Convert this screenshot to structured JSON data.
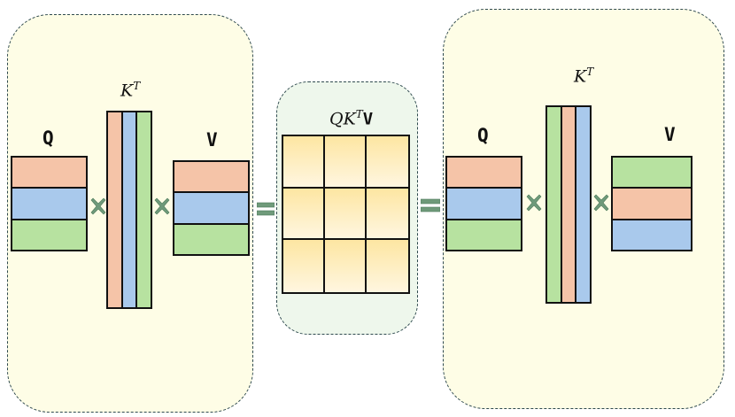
{
  "colors": {
    "salmon": "#f5c4a8",
    "blue": "#a9c9ec",
    "green": "#b7e2a0",
    "operator": "#6f9a7a",
    "cell_top": "#fde6a2",
    "cell_bottom": "#fff6e0"
  },
  "left_group": {
    "q_label": "Q",
    "kt_label": "K",
    "kt_sup": "T",
    "v_label": "V",
    "q_rows": [
      "salmon",
      "blue",
      "green"
    ],
    "kt_cols": [
      "salmon",
      "blue",
      "green"
    ],
    "v_rows": [
      "salmon",
      "blue",
      "green"
    ]
  },
  "middle_group": {
    "label_pre": "QK",
    "label_sup": "T",
    "label_post": "V",
    "grid_rows": 3,
    "grid_cols": 3
  },
  "right_group": {
    "q_label": "Q",
    "kt_label": "K",
    "kt_sup": "T",
    "v_label": "V",
    "q_rows": [
      "salmon",
      "blue",
      "green"
    ],
    "kt_cols": [
      "green",
      "salmon",
      "blue"
    ],
    "v_rows": [
      "green",
      "salmon",
      "blue"
    ]
  },
  "operators": [
    "times-icon",
    "times-icon",
    "equals-icon",
    "equals-icon",
    "times-icon",
    "times-icon"
  ]
}
